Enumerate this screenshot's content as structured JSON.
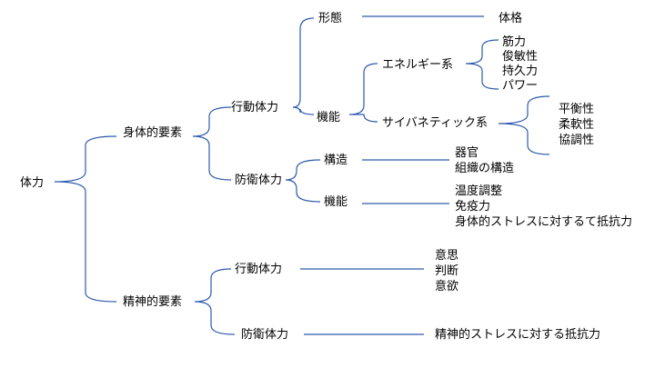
{
  "diagram": {
    "root": "体力",
    "physical": {
      "label": "身体的要素",
      "action": {
        "label": "行動体力",
        "form": {
          "label": "形態",
          "leaf": "体格"
        },
        "function": {
          "label": "機能",
          "energy": {
            "label": "エネルギー系",
            "items": [
              "筋力",
              "俊敏性",
              "持久力",
              "パワー"
            ]
          },
          "cybernetic": {
            "label": "サイバネティック系",
            "items": [
              "平衡性",
              "柔軟性",
              "協調性"
            ]
          }
        }
      },
      "defense": {
        "label": "防衛体力",
        "structure": {
          "label": "構造",
          "items": [
            "器官",
            "組織の構造"
          ]
        },
        "function": {
          "label": "機能",
          "items": [
            "温度調整",
            "免疫力",
            "身体的ストレスに対するて抵抗力"
          ]
        }
      }
    },
    "mental": {
      "label": "精神的要素",
      "action": {
        "label": "行動体力",
        "items": [
          "意思",
          "判断",
          "意欲"
        ]
      },
      "defense": {
        "label": "防衛体力",
        "items": [
          "精神的ストレスに対する抵抗力"
        ]
      }
    }
  },
  "line_color": "#2E5AAC"
}
